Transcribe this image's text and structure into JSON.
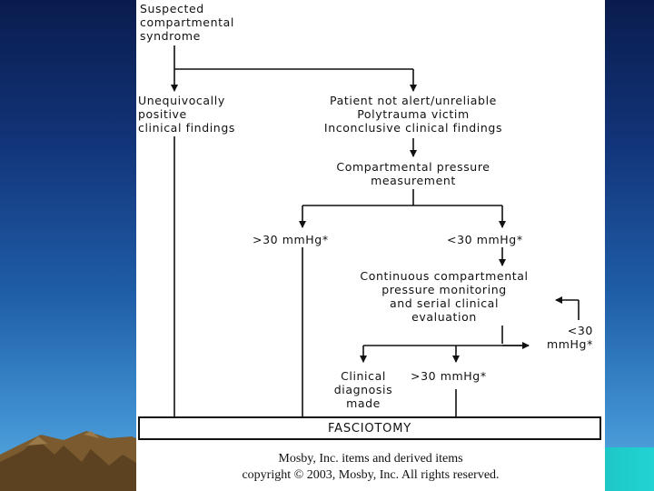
{
  "flowchart": {
    "start": "Suspected\ncompartmental\nsyndrome",
    "positive": "Unequivocally\npositive\nclinical findings",
    "unreliable": "Patient not alert/unreliable\nPolytrauma victim\nInconclusive clinical findings",
    "measurement": "Compartmental pressure\nmeasurement",
    "over30_a": ">30 mmHg*",
    "under30_a": "<30 mmHg*",
    "monitoring": "Continuous compartmental\npressure monitoring\nand serial clinical\nevaluation",
    "under30_loop": "<30\nmmHg*",
    "clinical_dx": "Clinical\ndiagnosis\nmade",
    "over30_b": ">30 mmHg*",
    "fasciotomy": "FASCIOTOMY"
  },
  "copyright": {
    "line1": "Mosby, Inc. items and derived items",
    "line2": "copyright © 2003, Mosby, Inc. All rights reserved."
  },
  "colors": {
    "background_top": "#0a1c4e",
    "background_bottom": "#5aaee0",
    "accent_bar": "#22d3d3"
  }
}
